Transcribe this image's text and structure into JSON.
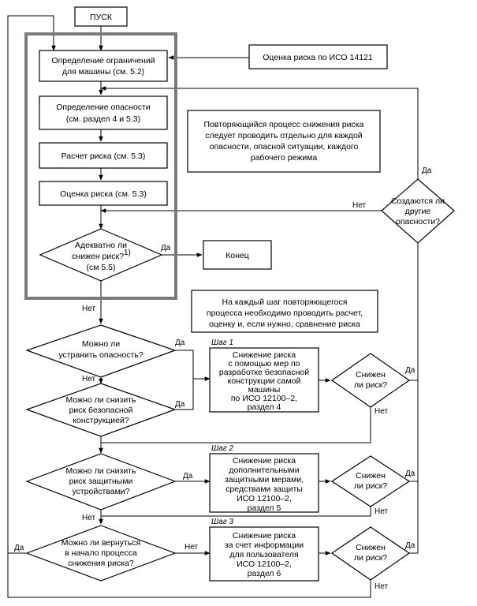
{
  "start": "ПУСК",
  "boxes": {
    "limits": [
      "Определение ограничений",
      "для машины (см. 5.2)"
    ],
    "hazard": [
      "Определение опасности",
      "(см. раздел 4 и 5.3)"
    ],
    "estimate": [
      "Расчет риска (см. 5.3)"
    ],
    "evaluate": [
      "Оценка риска (см. 5.3)"
    ],
    "iso14121": [
      "Оценка риска по ИСО 14121"
    ],
    "note1": [
      "Повторяющийся процесс снижения риска",
      "следует проводить отдельно для каждой",
      "опасности, опасной ситуации, каждого",
      "рабочего режима"
    ],
    "end": [
      "Конец"
    ],
    "note2": [
      "На каждый шаг повторяющегося",
      "процесса необходимо проводить расчет,",
      "оценку и, если нужно, сравнение риска"
    ],
    "step1": [
      "Снижение риска",
      "с помощью мер по",
      "разработке безопасной",
      "конструкции самой",
      "машины",
      "по ИСО 12100–2,",
      "раздел 4"
    ],
    "step2": [
      "Снижение риска",
      "дополнительными",
      "защитными мерами,",
      "средствами защиты",
      "ИСО 12100–2,",
      "раздел 5"
    ],
    "step3": [
      "Снижение риска",
      "за счет информации",
      "для пользователя",
      "ИСО 12100–2,",
      "раздел 6"
    ]
  },
  "decisions": {
    "adequate": [
      "Адекватно ли",
      "снижен риск?",
      "(см 5.5)"
    ],
    "adequate_footnote": "1)",
    "other_hazards": [
      "Создаются ли",
      "другие",
      "опасности?"
    ],
    "eliminate": [
      "Можно ли",
      "устранить опасность?"
    ],
    "safe_design": [
      "Можно ли снизить",
      "риск безопасной",
      "конструкцией?"
    ],
    "protective": [
      "Можно ли снизить",
      "риск защитными",
      "устройствами?"
    ],
    "return": [
      "Можно ли вернуться",
      "в начало процесса",
      "снижения риска?"
    ],
    "reduced": [
      "Снижен",
      "ли риск?"
    ]
  },
  "steps": {
    "s1": "Шаг 1",
    "s2": "Шаг 2",
    "s3": "Шаг 3"
  },
  "labels": {
    "yes": "Да",
    "no": "Нет"
  }
}
